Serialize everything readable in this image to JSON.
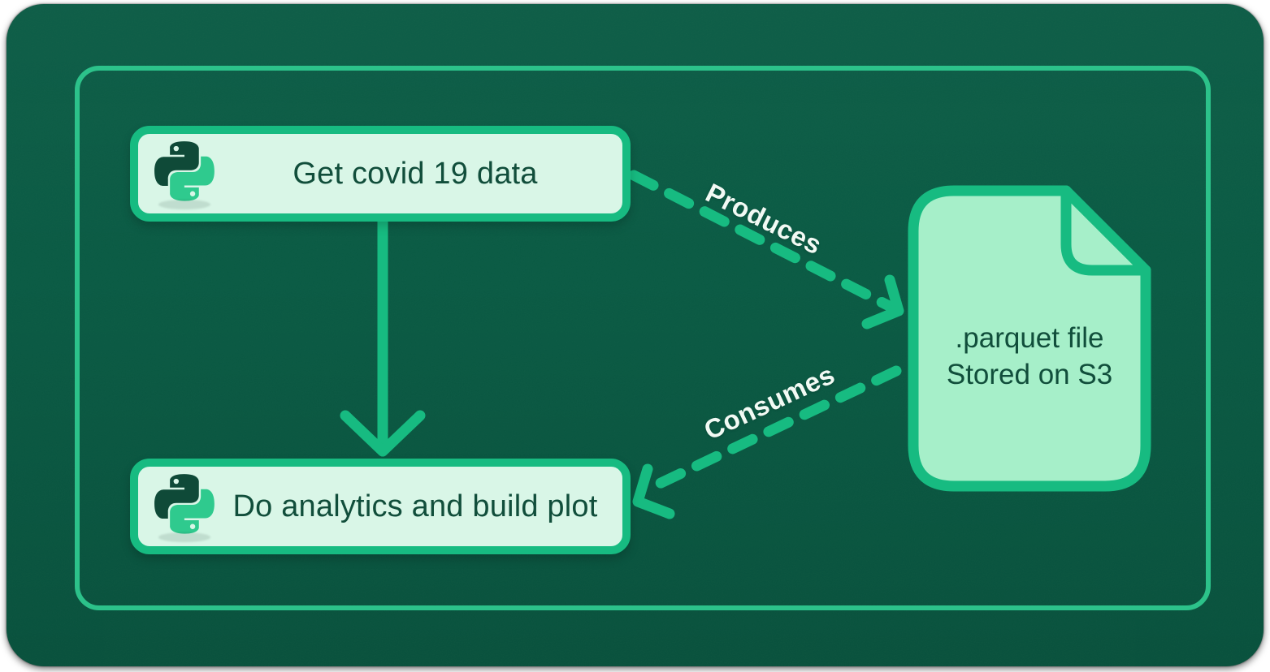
{
  "palette": {
    "card_background": "#0a5b44",
    "accent_green": "#17bb81",
    "frame_green": "#2cc28a",
    "node_fill": "#d9f6e7",
    "file_fill": "#a6efc9",
    "dark_text": "#114e3b",
    "edge_label_text": "#f2faf4",
    "python_dark_snake": "#0f4a38",
    "python_bright_snake": "#2fca8e"
  },
  "nodes": {
    "task1": {
      "label": "Get covid 19 data",
      "icon": "python-logo"
    },
    "task2": {
      "label": "Do analytics and build plot",
      "icon": "python-logo"
    },
    "datastore": {
      "line1": ".parquet file",
      "line2": "Stored on S3",
      "icon": "document-file"
    }
  },
  "edges": {
    "produces": {
      "label": "Produces",
      "style": "dashed",
      "from": "task1",
      "to": "datastore"
    },
    "consumes": {
      "label": "Consumes",
      "style": "dashed",
      "from": "datastore",
      "to": "task2"
    },
    "dependency": {
      "label": "",
      "style": "solid",
      "from": "task1",
      "to": "task2"
    }
  }
}
